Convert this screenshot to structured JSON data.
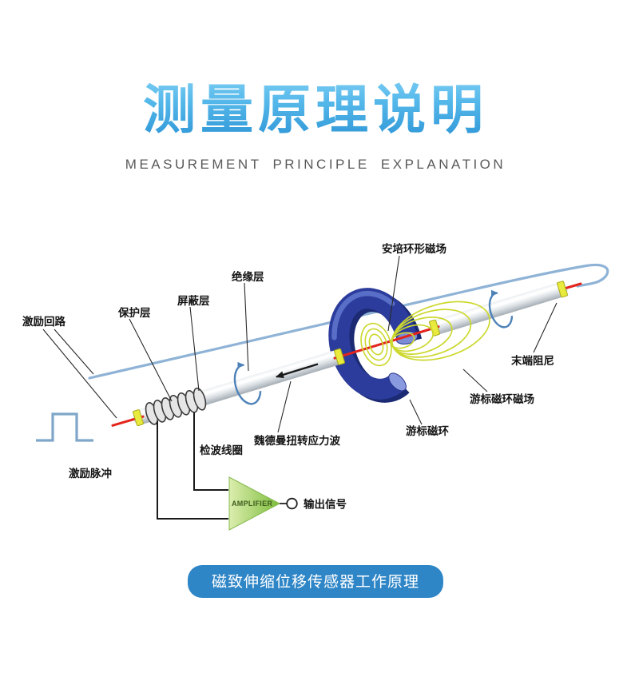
{
  "header": {
    "title": "测量原理说明",
    "subtitle": "MEASUREMENT PRINCIPLE EXPLANATION"
  },
  "diagram": {
    "labels": {
      "excitation_circuit": "激励回路",
      "excitation_pulse": "激励脉冲",
      "protective_layer": "保护层",
      "shielding_layer": "屏蔽层",
      "insulation_layer": "绝缘层",
      "ampere_ring_field": "安培环形磁场",
      "end_damping": "末端阻尼",
      "cursor_ring_field": "游标磁环磁场",
      "cursor_ring": "游标磁环",
      "wiedemann_wave": "魏德曼扭转应力波",
      "detection_coil": "检波线圈",
      "amplifier": "AMPLIFIER",
      "output_signal": "输出信号"
    }
  },
  "footer": {
    "caption": "磁致伸缩位移传感器工作原理"
  },
  "colors": {
    "title_gradient_top": "#8ad6f6",
    "title_gradient_bottom": "#2b93d5",
    "subtitle_gray": "#5a5a5a",
    "caption_blue": "#2f86c7",
    "magnet_ring_blue": "#2c3c9c",
    "field_line_yellow": "#ccd82e",
    "amplifier_green": "#7cbd3b",
    "sensing_wire_red": "#e3241d",
    "excitation_wire_blue": "#8fb3d6"
  }
}
